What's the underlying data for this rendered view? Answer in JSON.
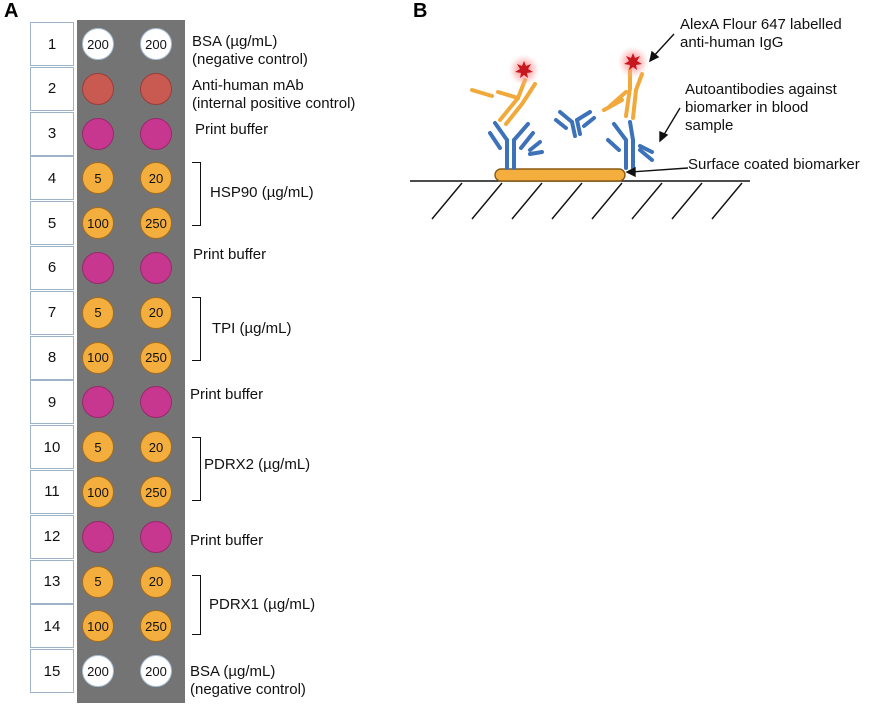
{
  "panel_a": {
    "letter": "A",
    "rows": [
      {
        "num": "1",
        "type": "bsa",
        "left": "200",
        "right": "200"
      },
      {
        "num": "2",
        "type": "mab",
        "left": "",
        "right": ""
      },
      {
        "num": "3",
        "type": "buffer",
        "left": "",
        "right": ""
      },
      {
        "num": "4",
        "type": "bio",
        "left": "5",
        "right": "20"
      },
      {
        "num": "5",
        "type": "bio",
        "left": "100",
        "right": "250"
      },
      {
        "num": "6",
        "type": "buffer",
        "left": "",
        "right": ""
      },
      {
        "num": "7",
        "type": "bio",
        "left": "5",
        "right": "20"
      },
      {
        "num": "8",
        "type": "bio",
        "left": "100",
        "right": "250"
      },
      {
        "num": "9",
        "type": "buffer",
        "left": "",
        "right": ""
      },
      {
        "num": "10",
        "type": "bio",
        "left": "5",
        "right": "20"
      },
      {
        "num": "11",
        "type": "bio",
        "left": "100",
        "right": "250"
      },
      {
        "num": "12",
        "type": "buffer",
        "left": "",
        "right": ""
      },
      {
        "num": "13",
        "type": "bio",
        "left": "5",
        "right": "20"
      },
      {
        "num": "14",
        "type": "bio",
        "left": "100",
        "right": "250"
      },
      {
        "num": "15",
        "type": "bsa",
        "left": "200",
        "right": "200"
      }
    ],
    "labels": {
      "bsa_top_1": "BSA (µg/mL)",
      "bsa_top_2": "(negative control)",
      "mab_1": "Anti-human mAb",
      "mab_2": "(internal positive control)",
      "buffer_3": "Print buffer",
      "hsp90": "HSP90 (µg/mL)",
      "buffer_6": "Print buffer",
      "tpi": "TPI (µg/mL)",
      "buffer_9": "Print buffer",
      "pdrx2": "PDRX2 (µg/mL)",
      "buffer_12": "Print buffer",
      "pdrx1": "PDRX1 (µg/mL)",
      "bsa_bottom_1": "BSA (µg/mL)",
      "bsa_bottom_2": "(negative control)"
    },
    "colors": {
      "bsa": "#ffffff",
      "mab": "#c85a52",
      "buffer": "#c7368f",
      "biomarker": "#f4ae3e",
      "strip": "#747474"
    }
  },
  "panel_b": {
    "letter": "B",
    "label_alexa_1": "AlexA Flour 647 labelled",
    "label_alexa_2": "anti-human IgG",
    "label_auto_1": "Autoantibodies against",
    "label_auto_2": "biomarker in blood",
    "label_auto_3": "sample",
    "label_surface": "Surface coated biomarker",
    "colors": {
      "secondary_antibody": "#f2a93b",
      "autoantibody": "#3d72b8",
      "fluorophore": "#d9262a",
      "biomarker": "#f4ae3e"
    }
  }
}
